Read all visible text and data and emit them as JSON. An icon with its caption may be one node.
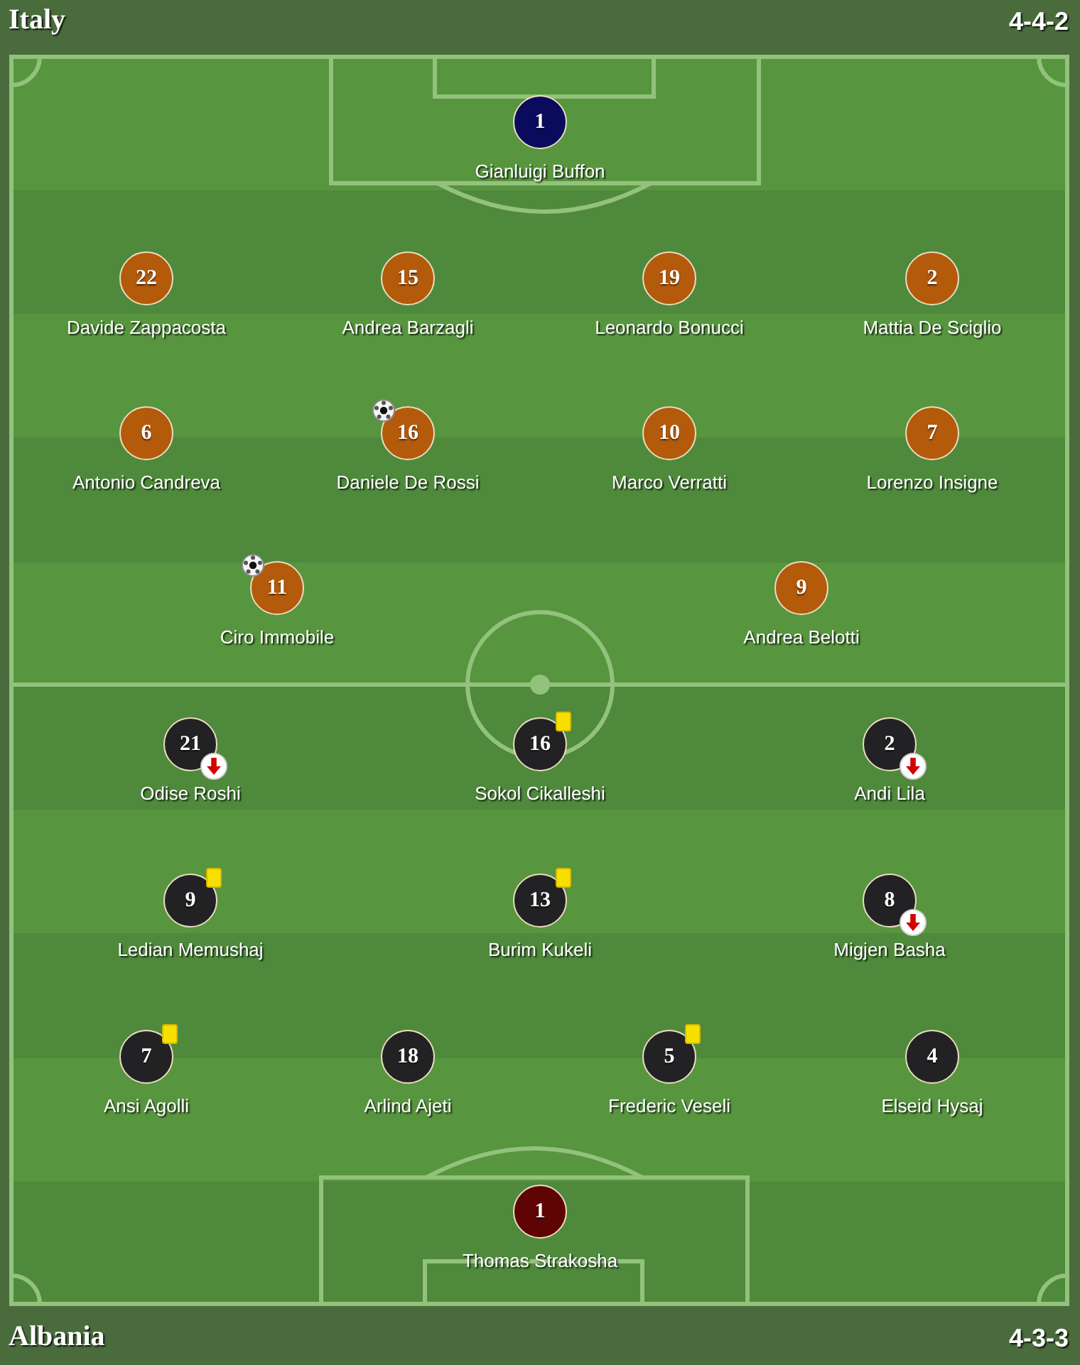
{
  "diagram": {
    "nodes": [
      {
        "text": [
          "1"
        ],
        "beside": [
          "Gianluigi Buffon"
        ]
      },
      {
        "text": [
          "22"
        ],
        "beside": [
          "Davide Zappacosta"
        ]
      },
      {
        "text": [
          "15"
        ],
        "beside": [
          "Andrea Barzagli"
        ]
      },
      {
        "text": [
          "19"
        ],
        "beside": [
          "Leonardo Bonucci"
        ]
      },
      {
        "text": [
          "2"
        ],
        "beside": [
          "Mattia De Sciglio"
        ]
      },
      {
        "text": [
          "6"
        ],
        "beside": [
          "Antonio Candreva"
        ]
      },
      {
        "text": [
          "16"
        ],
        "beside": [
          "Daniele De Rossi"
        ]
      },
      {
        "text": [
          "10"
        ],
        "beside": [
          "Marco Verratti"
        ]
      },
      {
        "text": [
          "7"
        ],
        "beside": [
          "Lorenzo Insigne"
        ]
      },
      {
        "text": [
          "11"
        ],
        "beside": [
          "Ciro Immobile"
        ]
      },
      {
        "text": [
          "9"
        ],
        "beside": [
          "Andrea Belotti"
        ]
      },
      {
        "text": [
          "21"
        ],
        "beside": [
          "Odise Roshi"
        ]
      },
      {
        "text": [
          "16"
        ],
        "beside": [
          "Sokol Cikalleshi"
        ]
      },
      {
        "text": [
          "2"
        ],
        "beside": [
          "Andi Lila"
        ]
      },
      {
        "text": [
          "9"
        ],
        "beside": [
          "Ledian Memushaj"
        ]
      },
      {
        "text": [
          "13"
        ],
        "beside": [
          "Burim Kukeli"
        ]
      },
      {
        "text": [
          "8"
        ],
        "beside": [
          "Migjen Basha"
        ]
      },
      {
        "text": [
          "7"
        ],
        "beside": [
          "Ansi Agolli"
        ]
      },
      {
        "text": [
          "18"
        ],
        "beside": [
          "Arlind Ajeti"
        ]
      },
      {
        "text": [
          "5"
        ],
        "beside": [
          "Frederic Veseli"
        ]
      },
      {
        "text": [
          "4"
        ],
        "beside": [
          "Elseid Hysaj"
        ]
      },
      {
        "text": [
          "1"
        ],
        "beside": [
          "Thomas Strakosha"
        ]
      }
    ],
    "labels": [
      "Italy",
      "4-4-2",
      "Albania",
      "4-3-3"
    ]
  }
}
